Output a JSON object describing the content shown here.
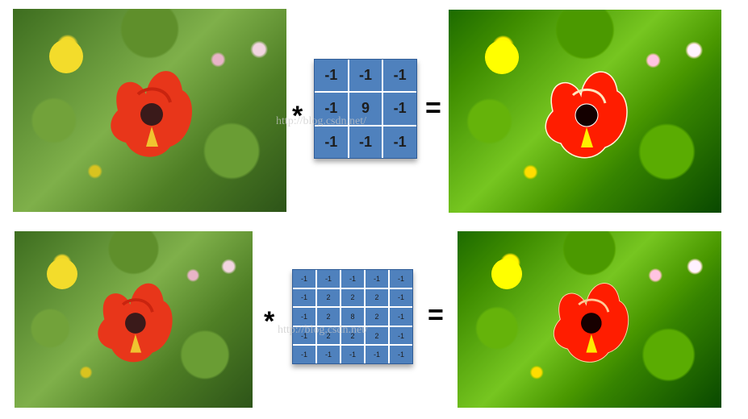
{
  "row1": {
    "operator_convolve": "*",
    "operator_equals": "=",
    "kernel": [
      [
        "-1",
        "-1",
        "-1"
      ],
      [
        "-1",
        "9",
        "-1"
      ],
      [
        "-1",
        "-1",
        "-1"
      ]
    ],
    "watermark": "http://blog.csdn.net/"
  },
  "row2": {
    "operator_convolve": "*",
    "operator_equals": "=",
    "kernel": [
      [
        "-1",
        "-1",
        "-1",
        "-1",
        "-1"
      ],
      [
        "-1",
        "2",
        "2",
        "2",
        "-1"
      ],
      [
        "-1",
        "2",
        "8",
        "2",
        "-1"
      ],
      [
        "-1",
        "2",
        "2",
        "2",
        "-1"
      ],
      [
        "-1",
        "-1",
        "-1",
        "-1",
        "-1"
      ]
    ],
    "watermark": "http://blog.csdn.net/"
  },
  "colors": {
    "kernel_cell": "#4f81bd",
    "kernel_border": "#2f5c97",
    "flower_red": "#e8361a",
    "flower_center": "#3a1a1a"
  }
}
